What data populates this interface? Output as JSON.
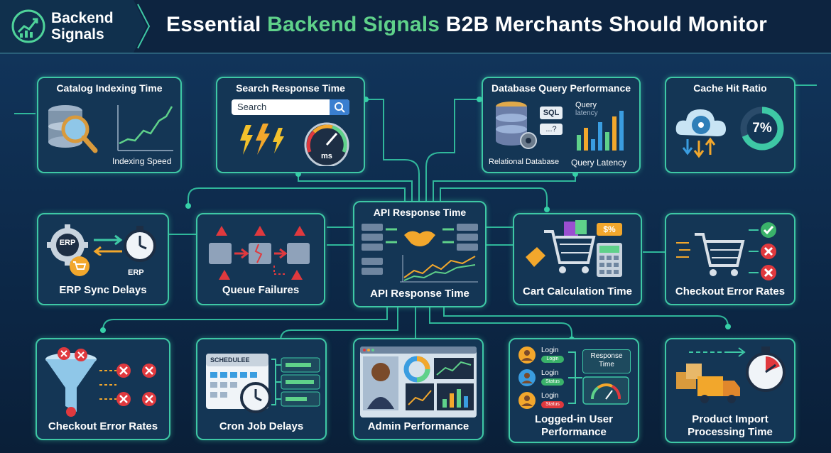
{
  "brand": {
    "line1": "Backend",
    "line2": "Signals"
  },
  "title": {
    "part1": "Essential ",
    "accent": "Backend Signals",
    "part2": " B2B Merchants Should Monitor"
  },
  "colors": {
    "accent": "#5fd18a",
    "card_border": "#3ec8a5",
    "background": "#0b2038",
    "alert": "#e0393e",
    "amber": "#f2a72c"
  },
  "cards": {
    "catalog": {
      "title": "Catalog Indexing Time",
      "sub": "Indexing Speed"
    },
    "search": {
      "title": "Search Response Time",
      "search_value": "Search",
      "gauge_unit": "ms"
    },
    "database": {
      "title": "Database Query Performance",
      "sql": "SQL",
      "query_hint": "...?",
      "query_label": "Query",
      "latency_label": "latency",
      "db_label": "Relational Database",
      "latency_sub": "Query Latency"
    },
    "cache": {
      "title": "Cache Hit Ratio",
      "percent": "7%"
    },
    "erp": {
      "title": "ERP Sync Delays",
      "erp_badge": "ERP",
      "erp_clock_label": "ERP"
    },
    "queue": {
      "title": "Queue Failures"
    },
    "api": {
      "title_top": "API Response Time",
      "title_bottom": "API Response Time"
    },
    "cart": {
      "title": "Cart Calculation Time",
      "tag": "$%"
    },
    "checkout_right": {
      "title": "Checkout Error Rates"
    },
    "checkout_left": {
      "title": "Checkout Error Rates"
    },
    "cron": {
      "title": "Cron Job Delays",
      "schedule": "SCHEDULEE"
    },
    "admin": {
      "title": "Admin Performance"
    },
    "logged": {
      "title_line1": "Logged-in User",
      "title_line2": "Performance",
      "login": "Login",
      "pill1": "Login",
      "pill2": "Status",
      "pill3": "Status",
      "resp_line1": "Response",
      "resp_line2": "Time"
    },
    "import": {
      "title_line1": "Product Import",
      "title_line2": "Processing Time"
    }
  }
}
